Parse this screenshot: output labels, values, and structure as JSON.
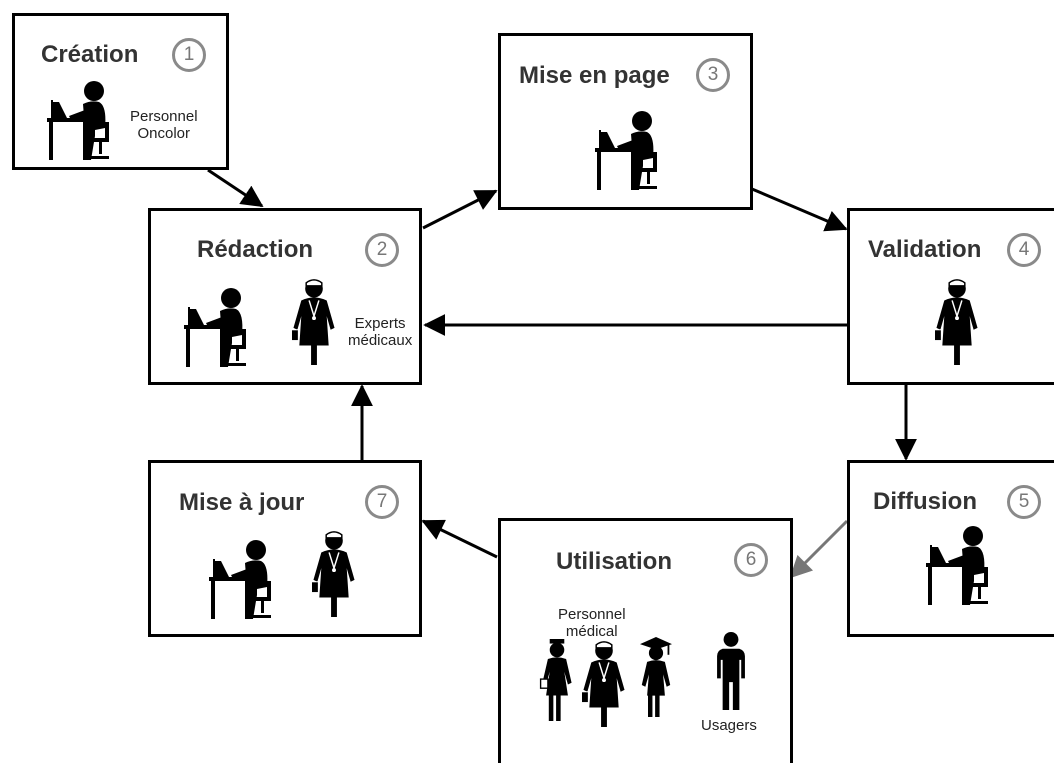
{
  "steps": [
    {
      "num": "1",
      "title": "Création",
      "label_lines": [
        "Personnel",
        "Oncolor"
      ]
    },
    {
      "num": "2",
      "title": "Rédaction",
      "label_lines": [
        "Experts",
        "médicaux"
      ]
    },
    {
      "num": "3",
      "title": "Mise en page"
    },
    {
      "num": "4",
      "title": "Validation"
    },
    {
      "num": "5",
      "title": "Diffusion"
    },
    {
      "num": "6",
      "title": "Utilisation",
      "label_lines": [
        "Personnel",
        "médical"
      ],
      "label2": "Usagers"
    },
    {
      "num": "7",
      "title": "Mise à jour"
    }
  ],
  "icons": {
    "desk_worker": "person-at-computer-icon",
    "doctor": "doctor-icon",
    "nurse": "nurse-icon",
    "graduate": "graduate-icon",
    "user": "person-icon"
  },
  "colors": {
    "border": "#000000",
    "arrow": "#000000",
    "arrow_gray": "#777777",
    "number_circle": "#8a8a8a"
  }
}
